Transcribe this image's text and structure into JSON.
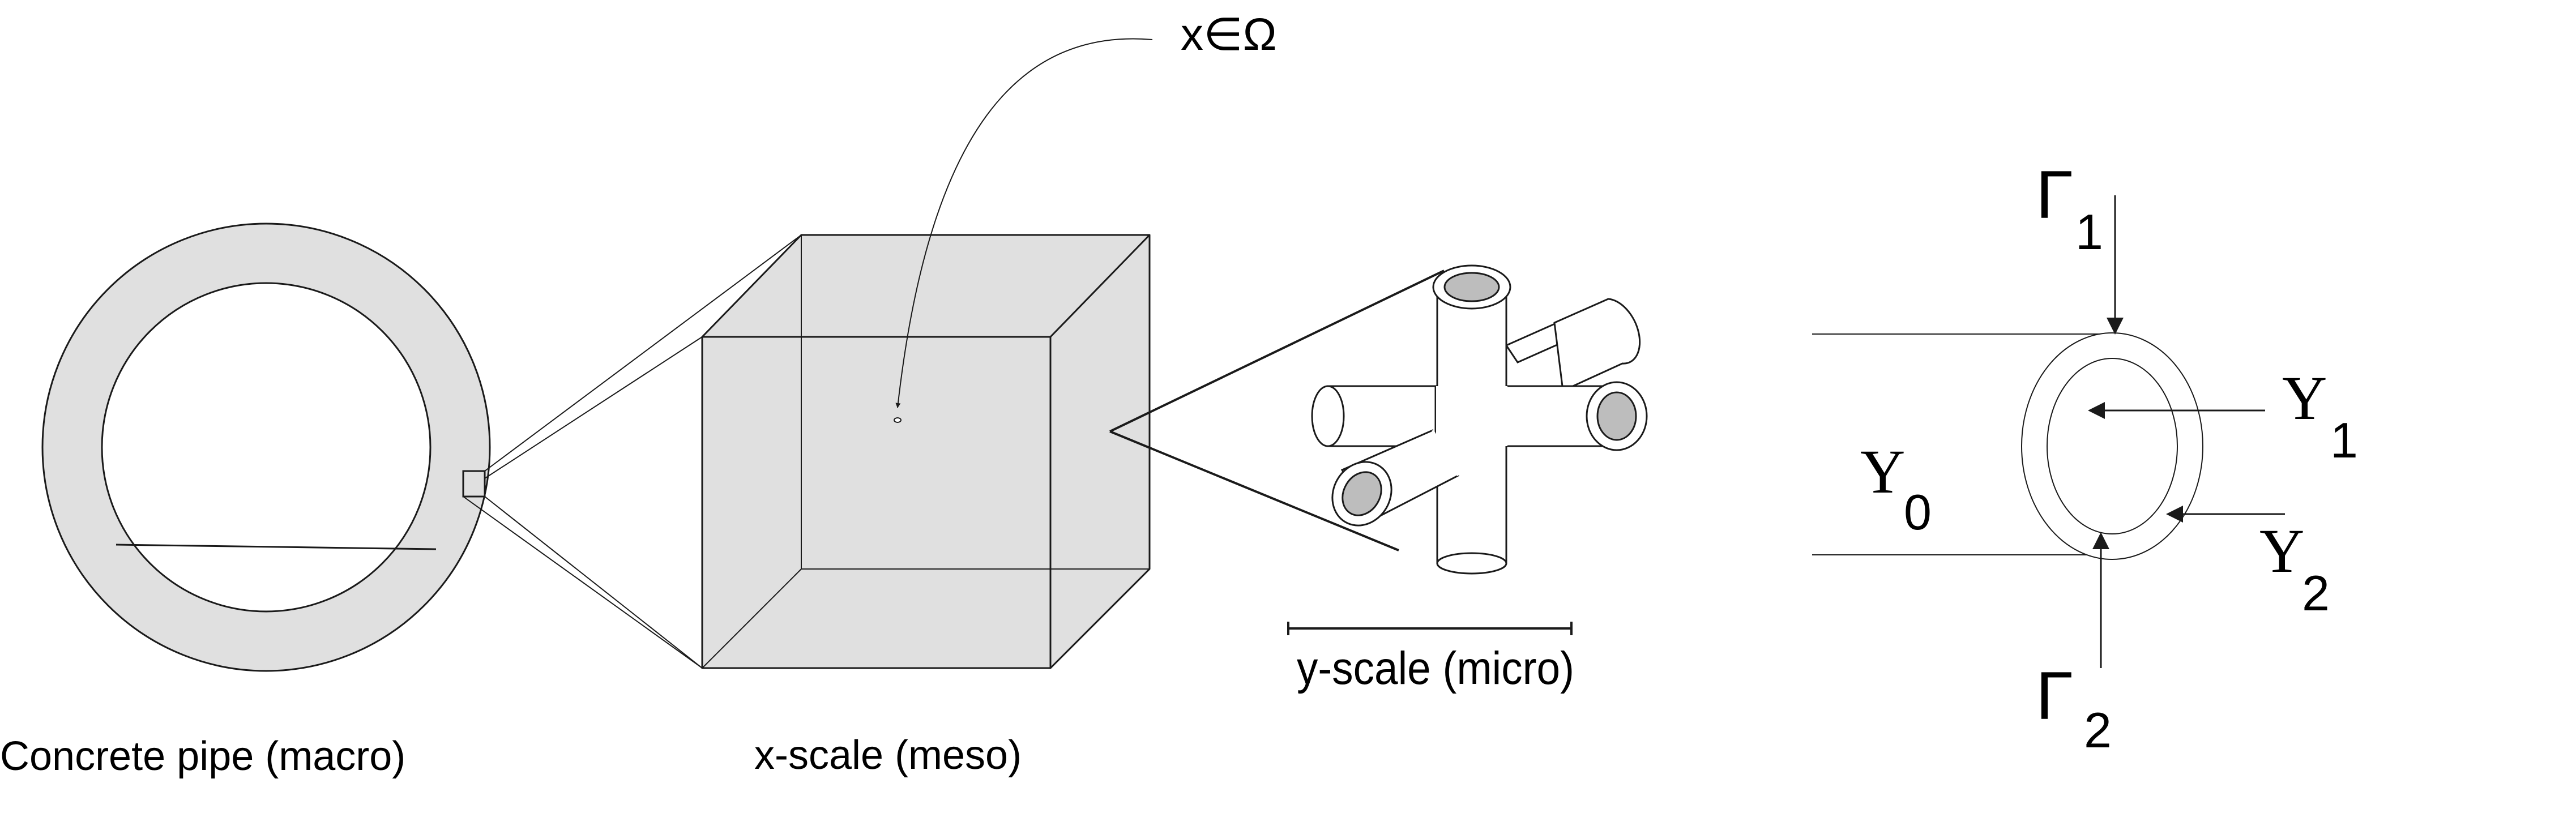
{
  "labels": {
    "macro": "Concrete pipe (macro)",
    "meso": "x-scale (meso)",
    "micro": "y-scale (micro)",
    "point": "x∈Ω"
  },
  "symbols": {
    "gamma1": {
      "base": "Γ",
      "sub": "1"
    },
    "gamma2": {
      "base": "Γ",
      "sub": "2"
    },
    "y0": {
      "base": "Y",
      "sub": "0"
    },
    "y1": {
      "base": "Y",
      "sub": "1"
    },
    "y2": {
      "base": "Y",
      "sub": "2"
    }
  },
  "colors": {
    "fill": "#e0e0e0",
    "pore": "#bdbdbd",
    "stroke": "#1a1a1a"
  }
}
